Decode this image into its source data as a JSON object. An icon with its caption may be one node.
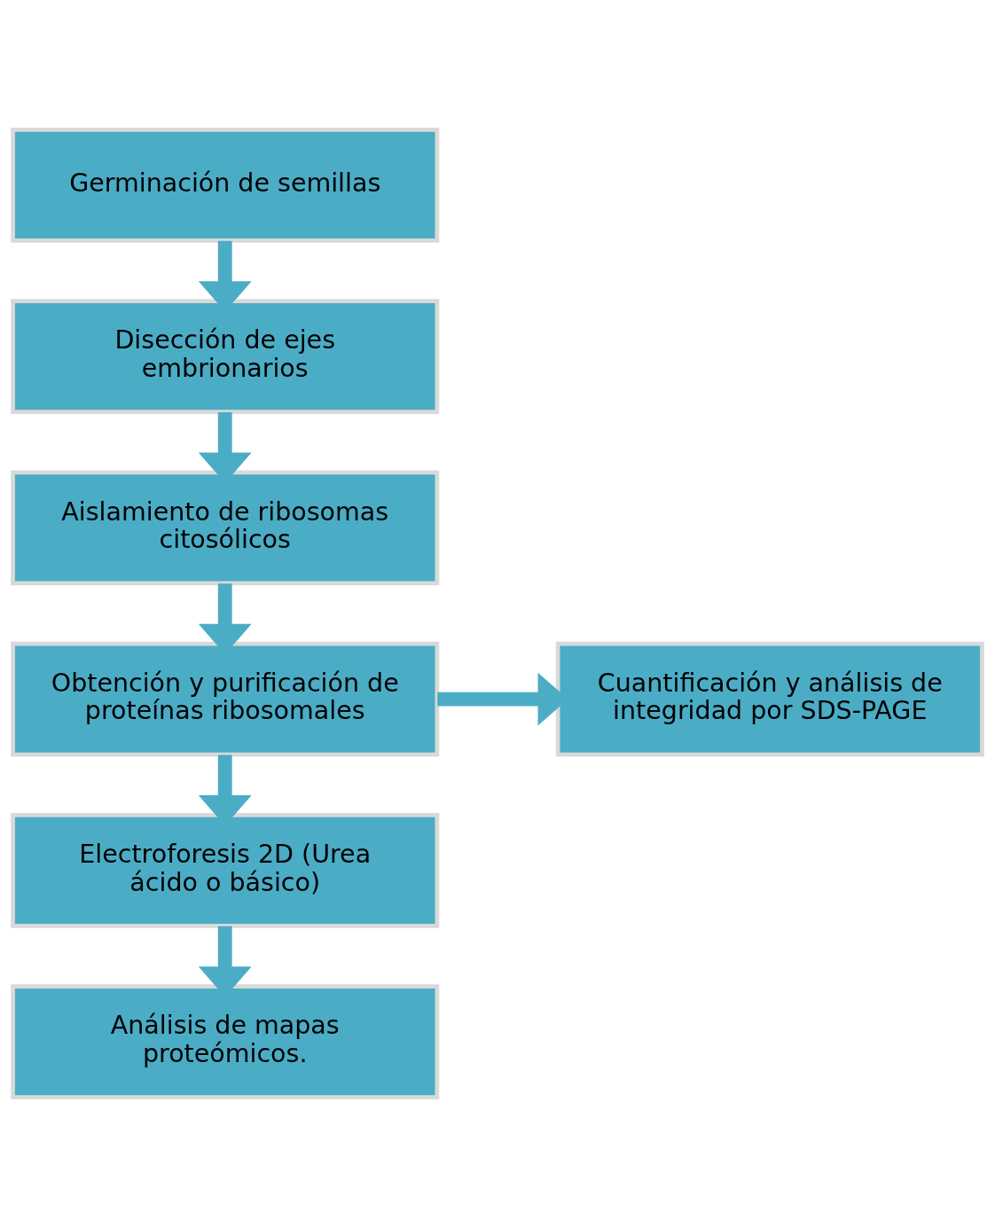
{
  "diagram": {
    "nodes": [
      {
        "text": [
          "Germinación de semillas"
        ]
      },
      {
        "text": [
          "Disección de ejes embrionarios"
        ]
      },
      {
        "text": [
          "Aislamiento de ribosomas citosólicos"
        ]
      },
      {
        "text": [
          "Obtención y purificación de proteínas ribosomales"
        ]
      },
      {
        "text": [
          "Cuantificación y análisis de integridad por SDS-PAGE"
        ]
      },
      {
        "text": [
          "Electroforesis 2D (Urea ácido o básico)"
        ]
      },
      {
        "text": [
          "Análisis de mapas proteómicos."
        ]
      }
    ],
    "edges": [
      {
        "from": 0,
        "to": 1,
        "arrow": "to"
      },
      {
        "from": 1,
        "to": 2,
        "arrow": "to"
      },
      {
        "from": 2,
        "to": 3,
        "arrow": "to"
      },
      {
        "from": 3,
        "to": 4,
        "arrow": "to"
      },
      {
        "from": 3,
        "to": 5,
        "arrow": "to"
      },
      {
        "from": 5,
        "to": 6,
        "arrow": "to"
      }
    ]
  }
}
